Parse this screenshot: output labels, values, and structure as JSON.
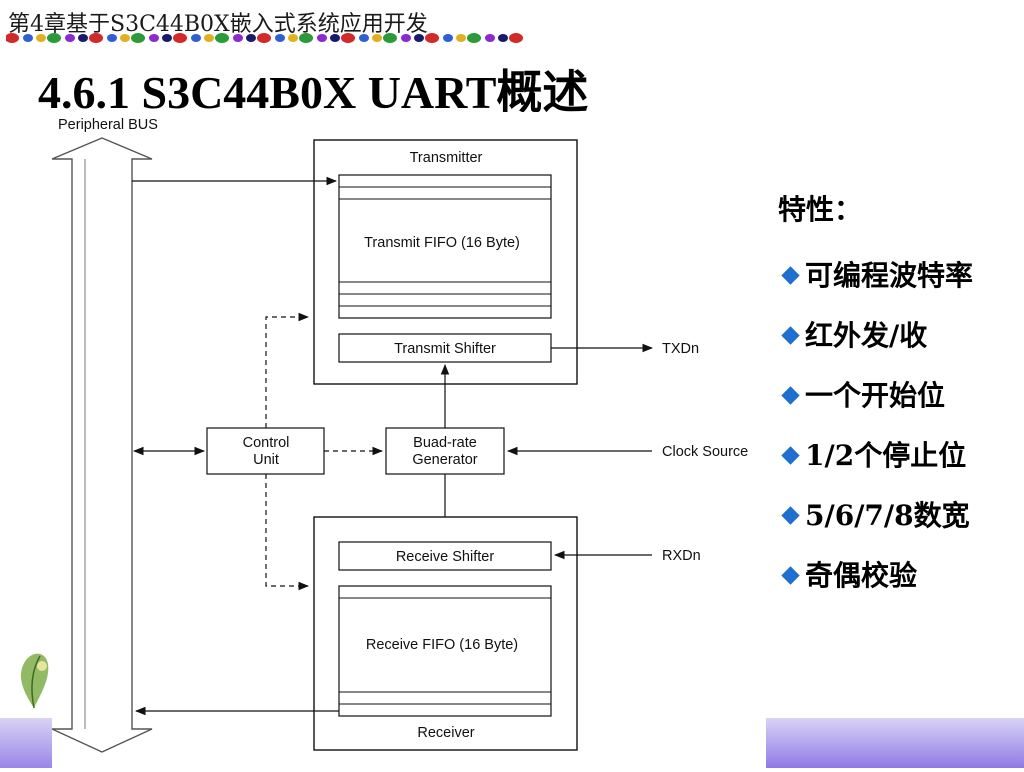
{
  "header": {
    "chapter_text": "第4章基于S3C44B0X嵌入式系统应用开发"
  },
  "title": "4.6.1 S3C44B0X UART概述",
  "diagram": {
    "bus_label": "Peripheral BUS",
    "transmitter_label": "Transmitter",
    "transmit_fifo_label": "Transmit FIFO (16 Byte)",
    "transmit_shifter_label": "Transmit Shifter",
    "txd_label": "TXDn",
    "control_unit_line1": "Control",
    "control_unit_line2": "Unit",
    "baud_line1": "Buad-rate",
    "baud_line2": "Generator",
    "clock_source_label": "Clock Source",
    "receive_shifter_label": "Receive Shifter",
    "rxd_label": "RXDn",
    "receive_fifo_label": "Receive FIFO (16 Byte)",
    "receiver_label": "Receiver"
  },
  "features": {
    "heading": "特性：",
    "items": [
      "可编程波特率",
      "红外发/收",
      "一个开始位",
      "1/2个停止位",
      "5/6/7/8数宽",
      "奇偶校验"
    ],
    "bullet_color": "#1f6fd0"
  },
  "colors": {
    "band": "#9a86e8"
  }
}
